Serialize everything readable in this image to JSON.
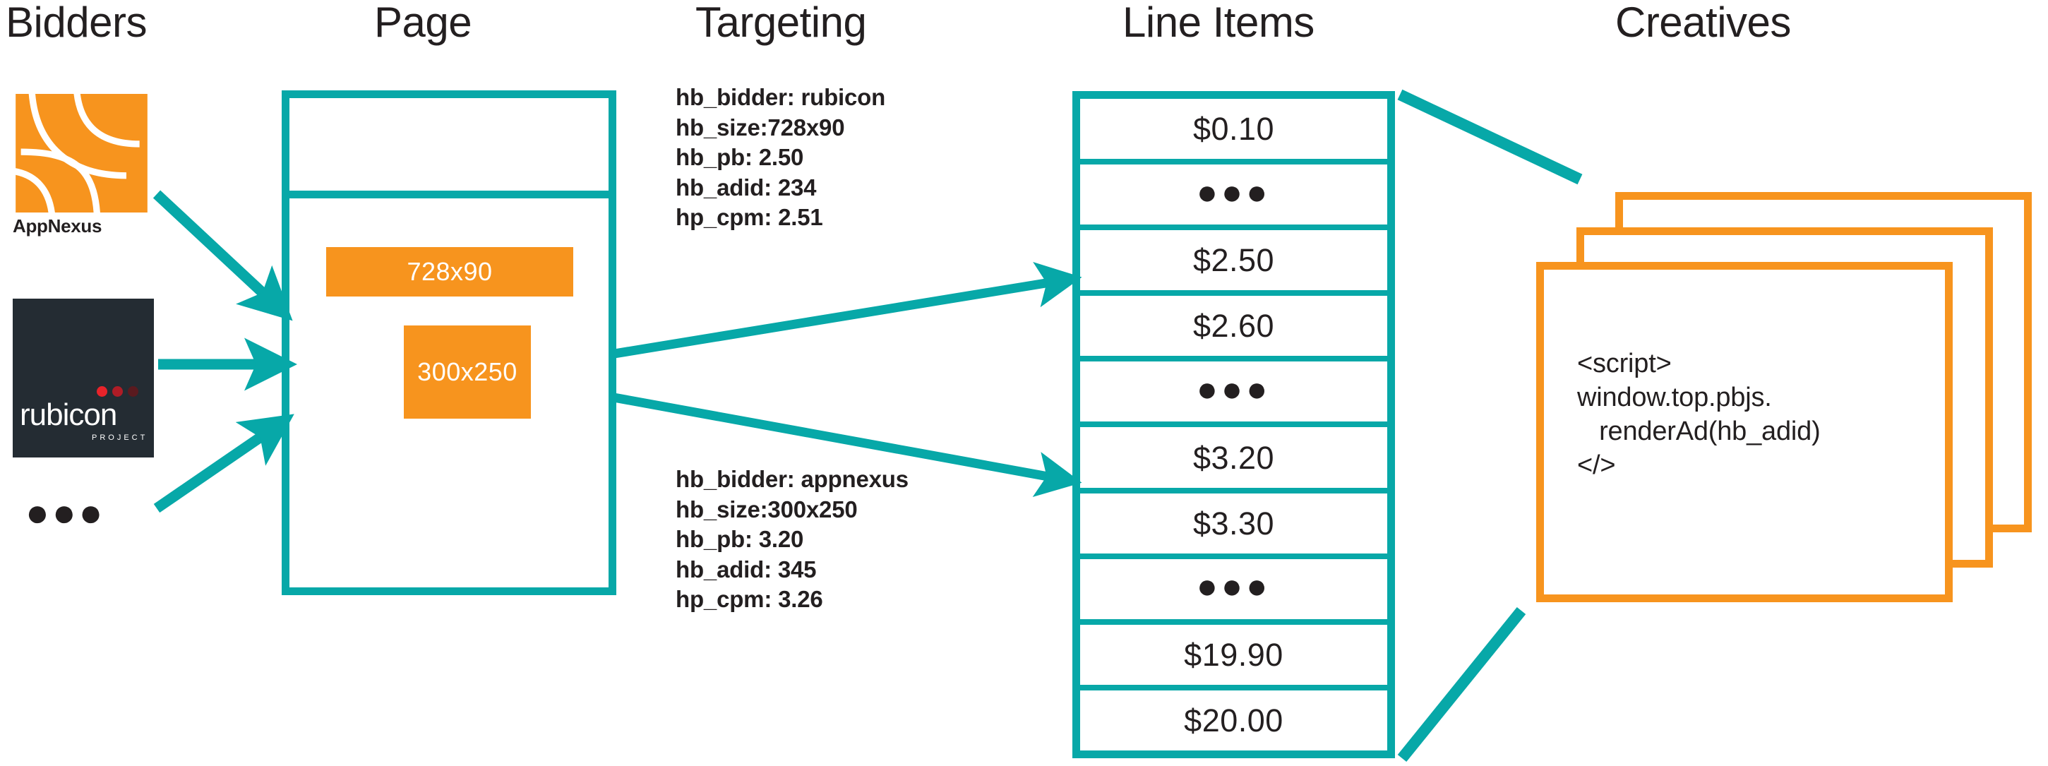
{
  "columns": {
    "bidders": "Bidders",
    "page": "Page",
    "targeting": "Targeting",
    "line_items": "Line Items",
    "creatives": "Creatives"
  },
  "bidders": {
    "appnexus": {
      "name": "AppNexus",
      "logo_color": "#f7941e"
    },
    "rubicon": {
      "name": "rubicon",
      "sub": "PROJECT",
      "bg_color": "#242c33"
    },
    "more_indicator": "●●●"
  },
  "page": {
    "border_color": "#07a8a8",
    "ad_slots": [
      {
        "label": "728x90",
        "color": "#f7941e"
      },
      {
        "label": "300x250",
        "color": "#f7941e"
      }
    ]
  },
  "targeting": {
    "block_top": "hb_bidder: rubicon\nhb_size:728x90\nhb_pb: 2.50\nhb_adid: 234\nhp_cpm: 2.51",
    "block_bottom": "hb_bidder: appnexus\nhb_size:300x250\nhb_pb: 3.20\nhb_adid: 345\nhp_cpm: 3.26",
    "top_fields": {
      "hb_bidder": "rubicon",
      "hb_size": "728x90",
      "hb_pb": "2.50",
      "hb_adid": "234",
      "hp_cpm": "2.51"
    },
    "bottom_fields": {
      "hb_bidder": "appnexus",
      "hb_size": "300x250",
      "hb_pb": "3.20",
      "hb_adid": "345",
      "hp_cpm": "3.26"
    }
  },
  "line_items": {
    "border_color": "#07a8a8",
    "rows": [
      "$0.10",
      "●●●",
      "$2.50",
      "$2.60",
      "●●●",
      "$3.20",
      "$3.30",
      "●●●",
      "$19.90",
      "$20.00"
    ]
  },
  "creatives": {
    "border_color": "#f7941e",
    "card_count": 3,
    "code": "<script>\nwindow.top.pbjs.\n   renderAd(hb_adid)\n</>"
  },
  "colors": {
    "teal": "#07a8a8",
    "orange": "#f7941e",
    "dark": "#231f20",
    "rubicon_bg": "#242c33",
    "rubicon_dot_dark": "#5a1a1f",
    "rubicon_dot_mid": "#b01c26",
    "rubicon_dot_bright": "#e8232a"
  }
}
